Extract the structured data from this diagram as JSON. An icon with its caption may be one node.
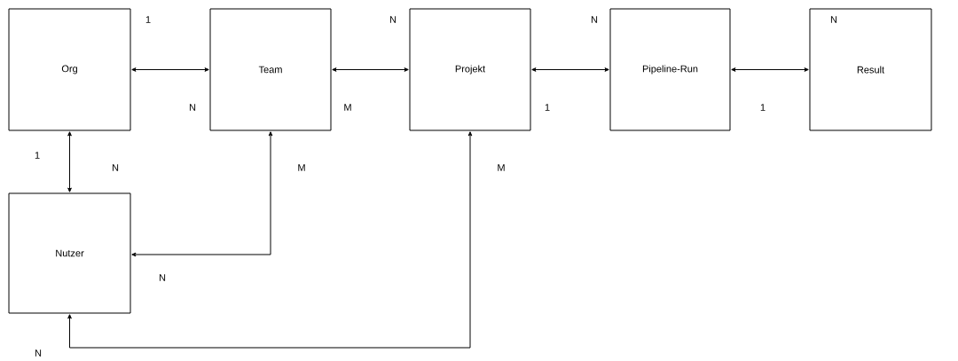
{
  "diagram": {
    "nodes": [
      {
        "text": [
          "Org"
        ]
      },
      {
        "text": [
          "Team"
        ]
      },
      {
        "text": [
          "Projekt"
        ]
      },
      {
        "text": [
          "Pipeline-Run"
        ]
      },
      {
        "text": [
          "Result"
        ]
      },
      {
        "text": [
          "Nutzer"
        ]
      }
    ],
    "edges": [
      {
        "from": 0,
        "to": 1,
        "arrow": "both"
      },
      {
        "from": 1,
        "to": 2,
        "arrow": "both"
      },
      {
        "from": 2,
        "to": 3,
        "arrow": "both"
      },
      {
        "from": 3,
        "to": 4,
        "arrow": "both"
      },
      {
        "from": 0,
        "to": 5,
        "arrow": "both"
      },
      {
        "from": 1,
        "to": 5,
        "arrow": "both"
      },
      {
        "from": 2,
        "to": 5,
        "arrow": "both"
      }
    ],
    "labels": [
      "1",
      "N",
      "N",
      "N",
      "N",
      "M",
      "1",
      "1",
      "1",
      "N",
      "M",
      "M",
      "N",
      "N"
    ]
  }
}
